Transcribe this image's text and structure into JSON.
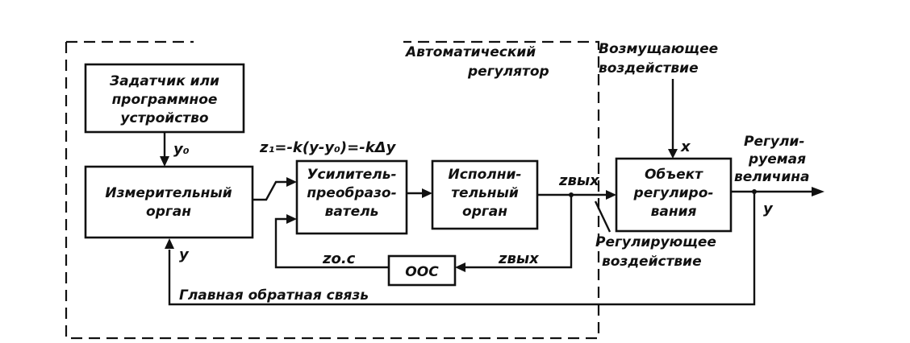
{
  "regulator_label": [
    "Автоматический",
    "регулятор"
  ],
  "disturbance_label": [
    "Возмущающее",
    "воздействие"
  ],
  "blocks": {
    "setpoint": [
      "Задатчик или",
      "программное",
      "устройство"
    ],
    "measuring": [
      "Измерительный",
      "орган"
    ],
    "amplifier": [
      "Усилитель-",
      "преобразо-",
      "ватель"
    ],
    "actuator": [
      "Исполни-",
      "тельный",
      "орган"
    ],
    "object": [
      "Объект",
      "регулиро-",
      "вания"
    ],
    "oos": "ООС"
  },
  "signals": {
    "y0": "y₀",
    "z1_formula": "z₁=-k(y-y₀)=-kΔy",
    "z_out": "zвых",
    "z_out_feedback": "zвых",
    "z_oc": "zо.с",
    "x": "x",
    "y_feedback": "y",
    "y_output": "y"
  },
  "output_label": [
    "Регули-",
    "руемая",
    "величина"
  ],
  "control_action_label": [
    "Регулирующее",
    "воздействие"
  ],
  "main_feedback_label": "Главная обратная связь"
}
